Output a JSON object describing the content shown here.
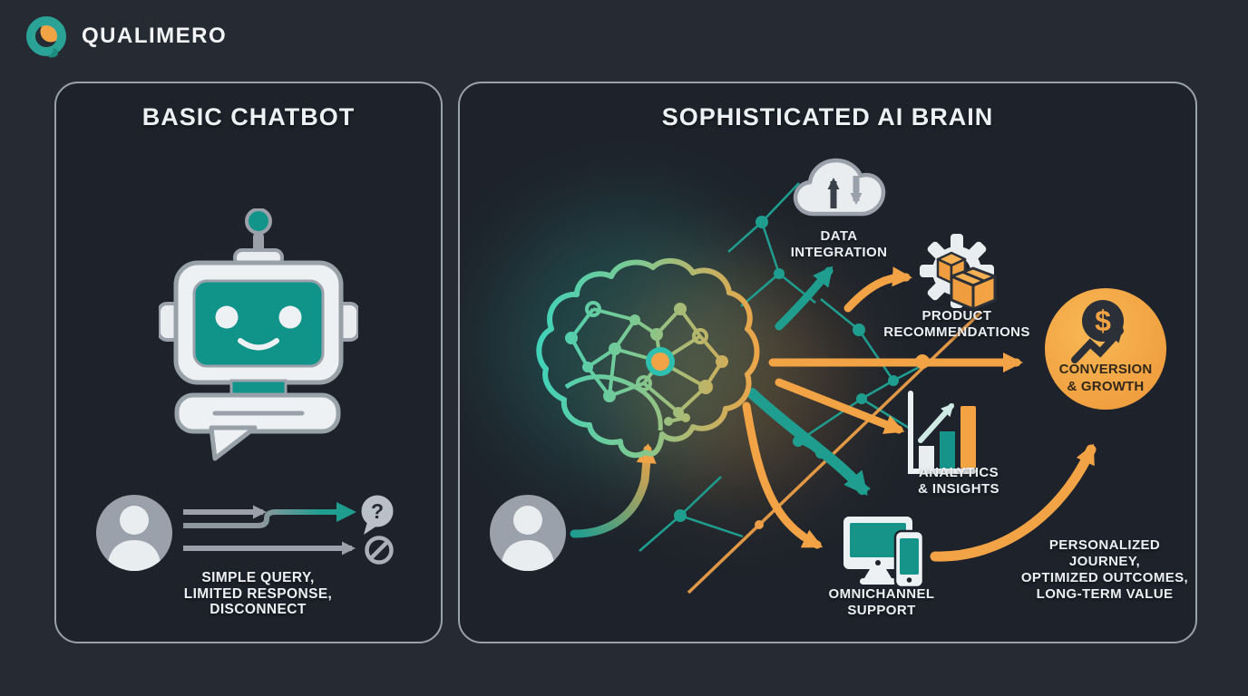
{
  "brand": {
    "name": "QUALIMERO"
  },
  "colors": {
    "background": "#262b33",
    "panel": "#1e232b",
    "panel_border": "#99a2ab",
    "teal": "#1f9e90",
    "teal_bright": "#3bd3bd",
    "orange": "#f2a345",
    "light": "#e9edf0",
    "gray": "#9aa1aa",
    "text": "#edf0f3"
  },
  "left_panel": {
    "title": "BASIC CHATBOT",
    "caption": [
      "SIMPLE QUERY,",
      "LIMITED RESPONSE,",
      "DISCONNECT"
    ],
    "icons": [
      "robot-icon",
      "user-avatar-icon",
      "question-bubble-icon",
      "blocked-icon",
      "straight-arrow-icons"
    ]
  },
  "right_panel": {
    "title": "SOPHISTICATED AI BRAIN",
    "labels": {
      "data_integration": [
        "DATA",
        "INTEGRATION"
      ],
      "product_recommendations": [
        "PRODUCT",
        "RECOMMENDATIONS"
      ],
      "conversion_growth": [
        "CONVERSION",
        "& GROWTH"
      ],
      "analytics_insights": [
        "ANALYTICS",
        "& INSIGHTS"
      ],
      "omnichannel_support": [
        "OMNICHANNEL",
        "SUPPORT"
      ],
      "outcomes": [
        "PERSONALIZED",
        "JOURNEY,",
        "OPTIMIZED OUTCOMES,",
        "LONG-TERM VALUE"
      ]
    },
    "icons": [
      "brain-network-icon",
      "cloud-sync-icon",
      "gear-boxes-icon",
      "bar-chart-icon",
      "devices-icon",
      "dollar-growth-icon",
      "user-avatar-icon",
      "flow-arrow-icons"
    ]
  },
  "glyphs": {
    "question_mark": "?",
    "dollar": "$"
  }
}
